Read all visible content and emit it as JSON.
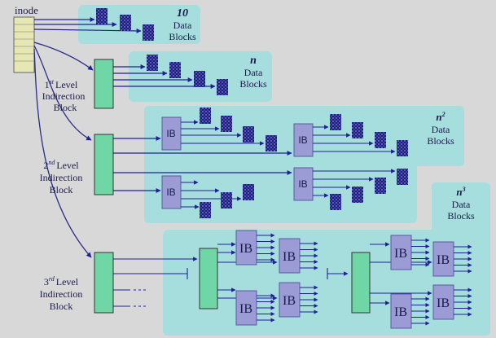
{
  "inode_label": "inode",
  "panels": {
    "direct": {
      "count": "10",
      "text1": "Data",
      "text2": "Blocks"
    },
    "single": {
      "count": "n",
      "text1": "Data",
      "text2": "Blocks"
    },
    "double": {
      "count": "n",
      "sup": "2",
      "text1": "Data",
      "text2": "Blocks"
    },
    "triple": {
      "count": "n",
      "sup": "3",
      "text1": "Data",
      "text2": "Blocks"
    }
  },
  "levels": {
    "first": {
      "num": "1",
      "sup": "st",
      "line1": "Level",
      "line2": "Indirection",
      "line3": "Block"
    },
    "second": {
      "num": "2",
      "sup": "nd",
      "line1": "Level",
      "line2": "Indirection",
      "line3": "Block"
    },
    "third": {
      "num": "3",
      "sup": "rd",
      "line1": "Level",
      "line2": "Indirection",
      "line3": "Block"
    }
  },
  "ib_label": "IB",
  "colors": {
    "background": "#d8d8d8",
    "panel": "#a6dede",
    "inode_fill": "#e7e7b3",
    "indirection_fill": "#6fd6a6",
    "ib_fill": "#9b9bd6",
    "arrow": "#1f1f9a",
    "text": "#1a1a4a"
  }
}
